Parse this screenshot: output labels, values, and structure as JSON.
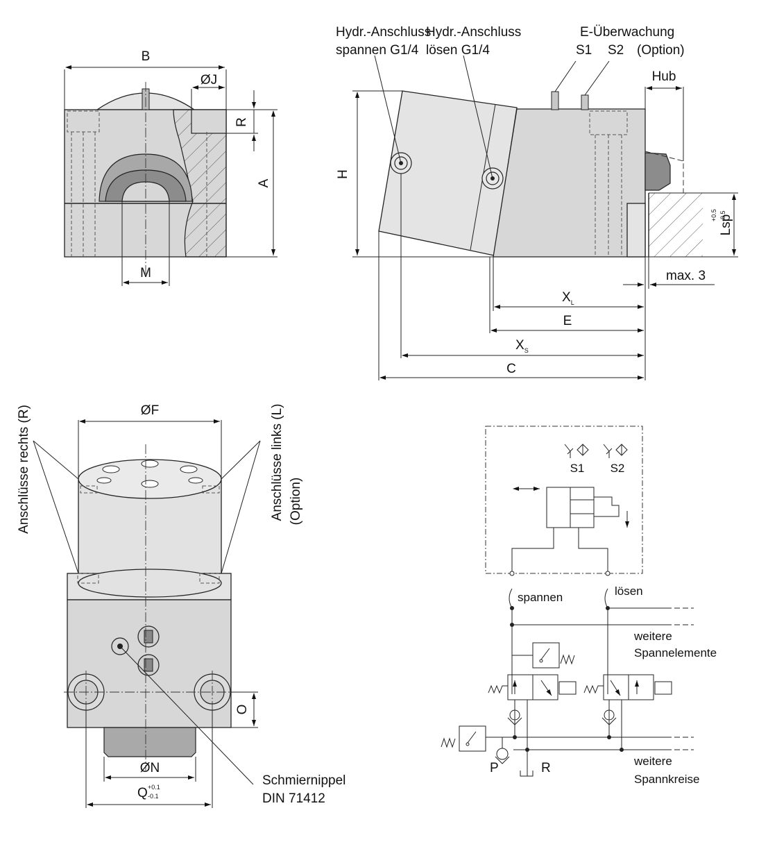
{
  "front_view": {
    "dim_B": "B",
    "dim_J": "ØJ",
    "dim_R": "R",
    "dim_A": "A",
    "dim_M": "M"
  },
  "side_view": {
    "port_clamp_line1": "Hydr.-Anschluss",
    "port_clamp_line2": "spannen G1/4",
    "port_release_line1": "Hydr.-Anschluss",
    "port_release_line2": "lösen G1/4",
    "monitoring_line1": "E-Überwachung",
    "monitoring_s1": "S1",
    "monitoring_s2": "S2",
    "monitoring_option": "(Option)",
    "dim_hub": "Hub",
    "dim_H": "H",
    "dim_lsp": "Lsp",
    "dim_lsp_tol_upper": "+0.5",
    "dim_lsp_tol_lower": "-0.5",
    "dim_max3": "max. 3",
    "dim_XL": "X",
    "dim_XL_sub": "L",
    "dim_E": "E",
    "dim_XS": "X",
    "dim_XS_sub": "S",
    "dim_C": "C"
  },
  "top_view": {
    "dim_F": "ØF",
    "ports_right": "Anschlüsse rechts (R)",
    "ports_left_line1": "Anschlüsse links (L)",
    "ports_left_line2": "(Option)",
    "dim_O": "O",
    "dim_N": "ØN",
    "dim_Q": "Q",
    "dim_Q_tol_upper": "+0.1",
    "dim_Q_tol_lower": "-0.1",
    "nipple_line1": "Schmiernippel",
    "nipple_line2": "DIN 71412"
  },
  "circuit": {
    "s1": "S1",
    "s2": "S2",
    "clamp": "spannen",
    "release": "lösen",
    "more_elements_line1": "weitere",
    "more_elements_line2": "Spannelemente",
    "more_circuits_line1": "weitere",
    "more_circuits_line2": "Spannkreise",
    "pressure": "P",
    "return": "R"
  }
}
